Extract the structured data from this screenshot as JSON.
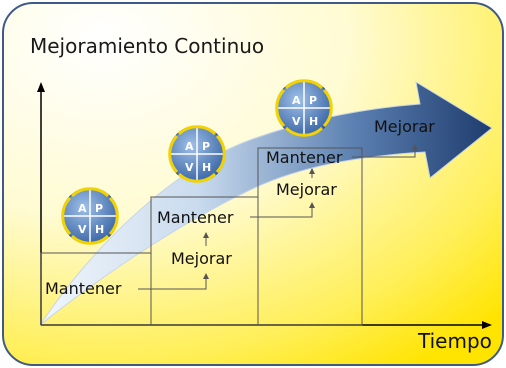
{
  "title": "Mejoramiento Continuo",
  "x_axis_label": "Tiempo",
  "cycle_letters": [
    "A",
    "P",
    "V",
    "H"
  ],
  "steps": [
    {
      "mantener": "Mantener",
      "mejorar": "Mejorar"
    },
    {
      "mantener": "Mantener",
      "mejorar": "Mejorar"
    },
    {
      "mantener": "Mantener",
      "mejorar": "Mejorar"
    }
  ],
  "final_label": "Mejorar",
  "colors": {
    "arrow_dark": "#1f3c6e",
    "arrow_light": "#dfe9f5",
    "background_yellow": "#ffe400",
    "circle_blue": "#4b79b8",
    "circle_arrows": "#f2d300"
  }
}
